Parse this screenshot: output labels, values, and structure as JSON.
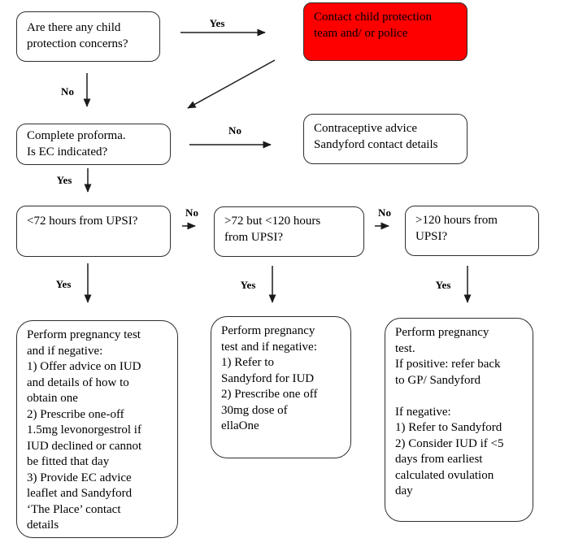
{
  "colors": {
    "alert_bg": "#ff0000",
    "box_border": "#2e2e2e",
    "text": "#000000",
    "background": "#ffffff"
  },
  "nodes": {
    "q_child_protection": {
      "text": "Are there any child\nprotection concerns?"
    },
    "alert_contact": {
      "text": "Contact child protection\nteam and/ or police"
    },
    "q_proforma": {
      "text": "Complete proforma.\nIs EC indicated?"
    },
    "contraceptive_advice": {
      "text": "Contraceptive advice\nSandyford contact details"
    },
    "q_lt72": {
      "text": "<72 hours from UPSI?"
    },
    "q_72to120": {
      "text": ">72 but <120 hours\nfrom UPSI?"
    },
    "q_gt120": {
      "text": ">120 hours from\nUPSI?"
    },
    "outcome_lt72": {
      "text": "Perform pregnancy test\nand if negative:\n1) Offer advice on IUD\nand details of how to\nobtain one\n2) Prescribe one-off\n1.5mg levonorgestrol if\nIUD declined or cannot\nbe fitted that day\n3) Provide EC advice\nleaflet and Sandyford\n‘The Place’ contact\ndetails"
    },
    "outcome_72to120": {
      "text": "Perform pregnancy\ntest and if negative:\n1) Refer to\nSandyford for IUD\n2) Prescribe one off\n30mg dose of\nellaOne"
    },
    "outcome_gt120": {
      "text": "Perform pregnancy\ntest.\nIf positive: refer back\nto GP/ Sandyford\n\nIf negative:\n1) Refer to Sandyford\n2) Consider IUD if <5\ndays from earliest\ncalculated ovulation\nday"
    }
  },
  "labels": {
    "yes_top": "Yes",
    "no_child_protection": "No",
    "no_ec": "No",
    "yes_ec": "Yes",
    "no_lt72": "No",
    "no_72to120": "No",
    "yes_lt72": "Yes",
    "yes_72to120": "Yes",
    "yes_gt120": "Yes"
  }
}
